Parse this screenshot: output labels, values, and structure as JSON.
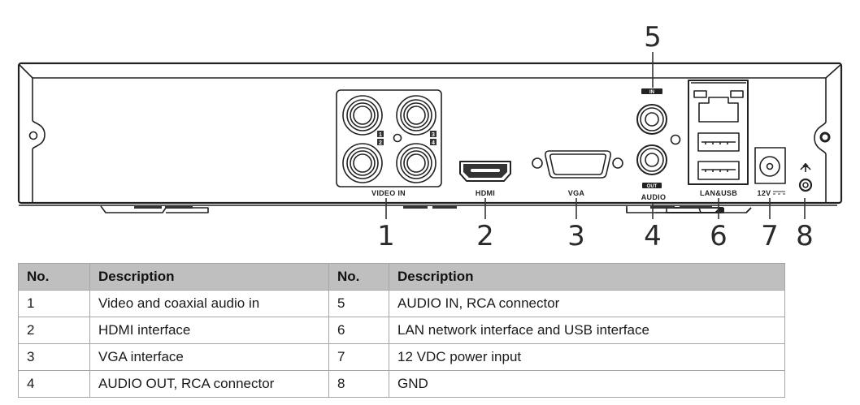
{
  "figure": {
    "callouts": [
      "1",
      "2",
      "3",
      "4",
      "5",
      "6",
      "7",
      "8"
    ],
    "port_labels": {
      "video_in": "VIDEO IN",
      "hdmi": "HDMI",
      "vga": "VGA",
      "audio": "AUDIO",
      "audio_in_badge": "IN",
      "audio_out_badge": "OUT",
      "lan_usb": "LAN&USB",
      "power": "12V"
    },
    "bnc_channels": [
      "1",
      "2",
      "3",
      "4"
    ],
    "icons": [
      "bnc-connector-icon",
      "hdmi-port-icon",
      "vga-port-icon",
      "rca-connector-icon",
      "rj45-port-icon",
      "usb-port-icon",
      "dc-power-jack-icon",
      "ground-terminal-icon",
      "mounting-hole-icon"
    ]
  },
  "table": {
    "headers": [
      "No.",
      "Description",
      "No.",
      "Description"
    ],
    "rows": [
      {
        "no1": "1",
        "desc1": "Video and coaxial audio in",
        "no2": "5",
        "desc2": "AUDIO IN, RCA connector"
      },
      {
        "no1": "2",
        "desc1": "HDMI interface",
        "no2": "6",
        "desc2": "LAN network interface and USB interface"
      },
      {
        "no1": "3",
        "desc1": "VGA interface",
        "no2": "7",
        "desc2": "12 VDC power input"
      },
      {
        "no1": "4",
        "desc1": "AUDIO OUT, RCA connector",
        "no2": "8",
        "desc2": "GND"
      }
    ],
    "header_bg": "#bfbfbf",
    "border_color": "#a6a6a6"
  }
}
